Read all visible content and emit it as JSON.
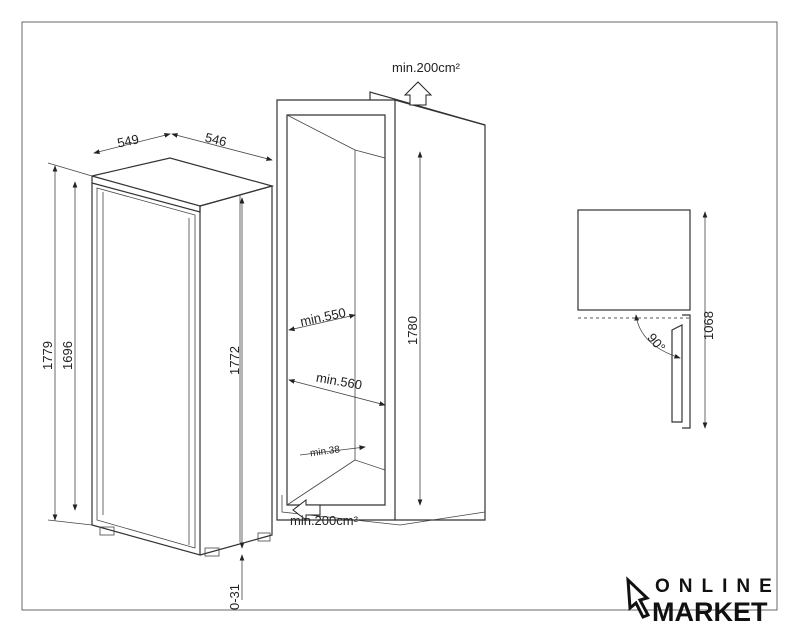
{
  "left_unit": {
    "width": "549",
    "depth": "546",
    "height_total": "1779",
    "height_door": "1696",
    "height_body": "1772",
    "foot_adjust": "0-31"
  },
  "niche": {
    "vent_top": "min.200cm²",
    "vent_bottom": "min.200cm²",
    "width_min_upper": "min.550",
    "width_min_lower": "min.560",
    "plinth_min": "min.38",
    "height": "1780"
  },
  "door_side": {
    "angle": "90°",
    "height": "1068"
  },
  "logo": {
    "line1": "ONLINE",
    "line2": "MARKET"
  }
}
